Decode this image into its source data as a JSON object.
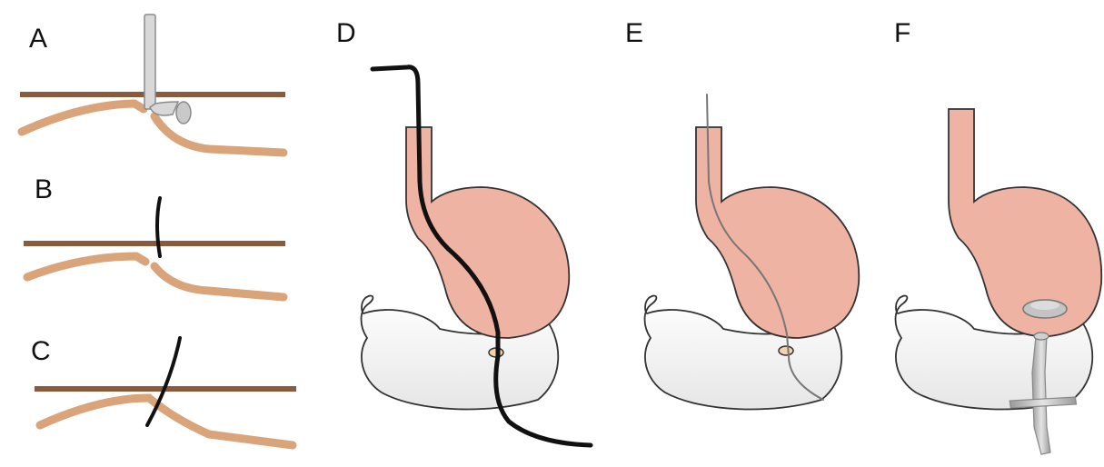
{
  "panels": {
    "a": {
      "label": "A"
    },
    "b": {
      "label": "B"
    },
    "c": {
      "label": "C"
    },
    "d": {
      "label": "D"
    },
    "e": {
      "label": "E"
    },
    "f": {
      "label": "F"
    }
  },
  "colors": {
    "abdominal_wall": "#8a5a3c",
    "gastric_wall": "#d9a47a",
    "esophagus_stomach_fill": "#efb3a3",
    "jejunum_fill": "#f2f2f2",
    "outline": "#333333",
    "guidewire": "#111111",
    "stent": "#bdbdbd"
  },
  "icons": [
    "stent-icon",
    "guidewire-icon",
    "gastrostomy-tube-icon"
  ]
}
